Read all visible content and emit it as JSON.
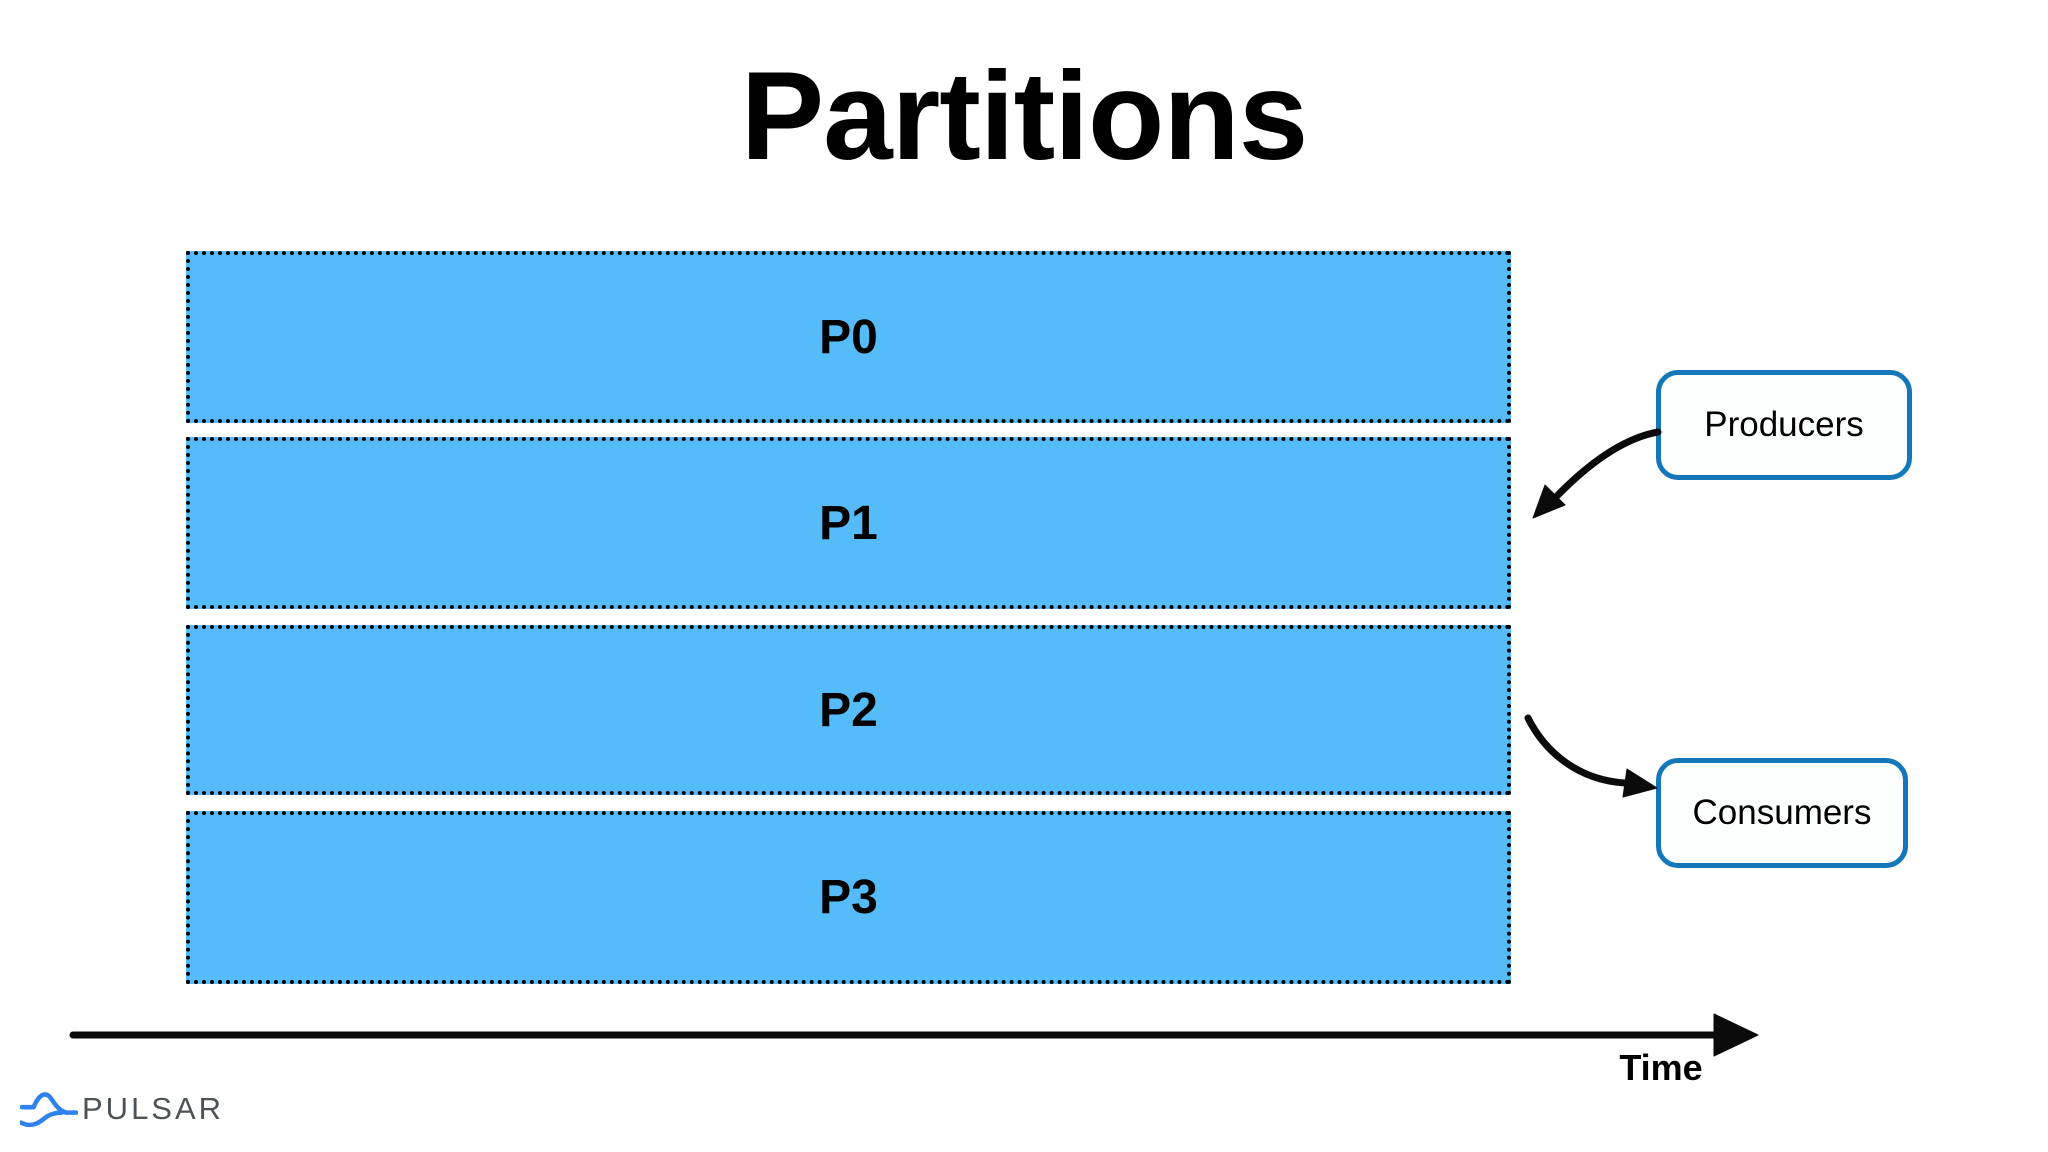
{
  "title": "Partitions",
  "partitions": {
    "bars": [
      {
        "label": "P0"
      },
      {
        "label": "P1"
      },
      {
        "label": "P2"
      },
      {
        "label": "P3"
      }
    ]
  },
  "nodes": {
    "producers": {
      "label": "Producers"
    },
    "consumers": {
      "label": "Consumers"
    }
  },
  "axis": {
    "label": "Time"
  },
  "footer": {
    "logo_text": "PULSAR"
  },
  "icons": {
    "producers_arrow": "curved-arrow-to-lower-left",
    "consumers_arrow": "curved-arrow-to-lower-right",
    "time_axis": "right-arrow",
    "logo": "pulsar-wave-icon"
  },
  "colors": {
    "partition-fill": "#55BCF9",
    "partition-border": "#000000",
    "box-border": "#1377BA",
    "box-fill": "#FDFEFE",
    "arrow": "#0B0B0B",
    "text": "#000000",
    "logo-blue": "#2E82E9",
    "logo-gray": "#4C5257",
    "background": "#FFFFFF"
  }
}
